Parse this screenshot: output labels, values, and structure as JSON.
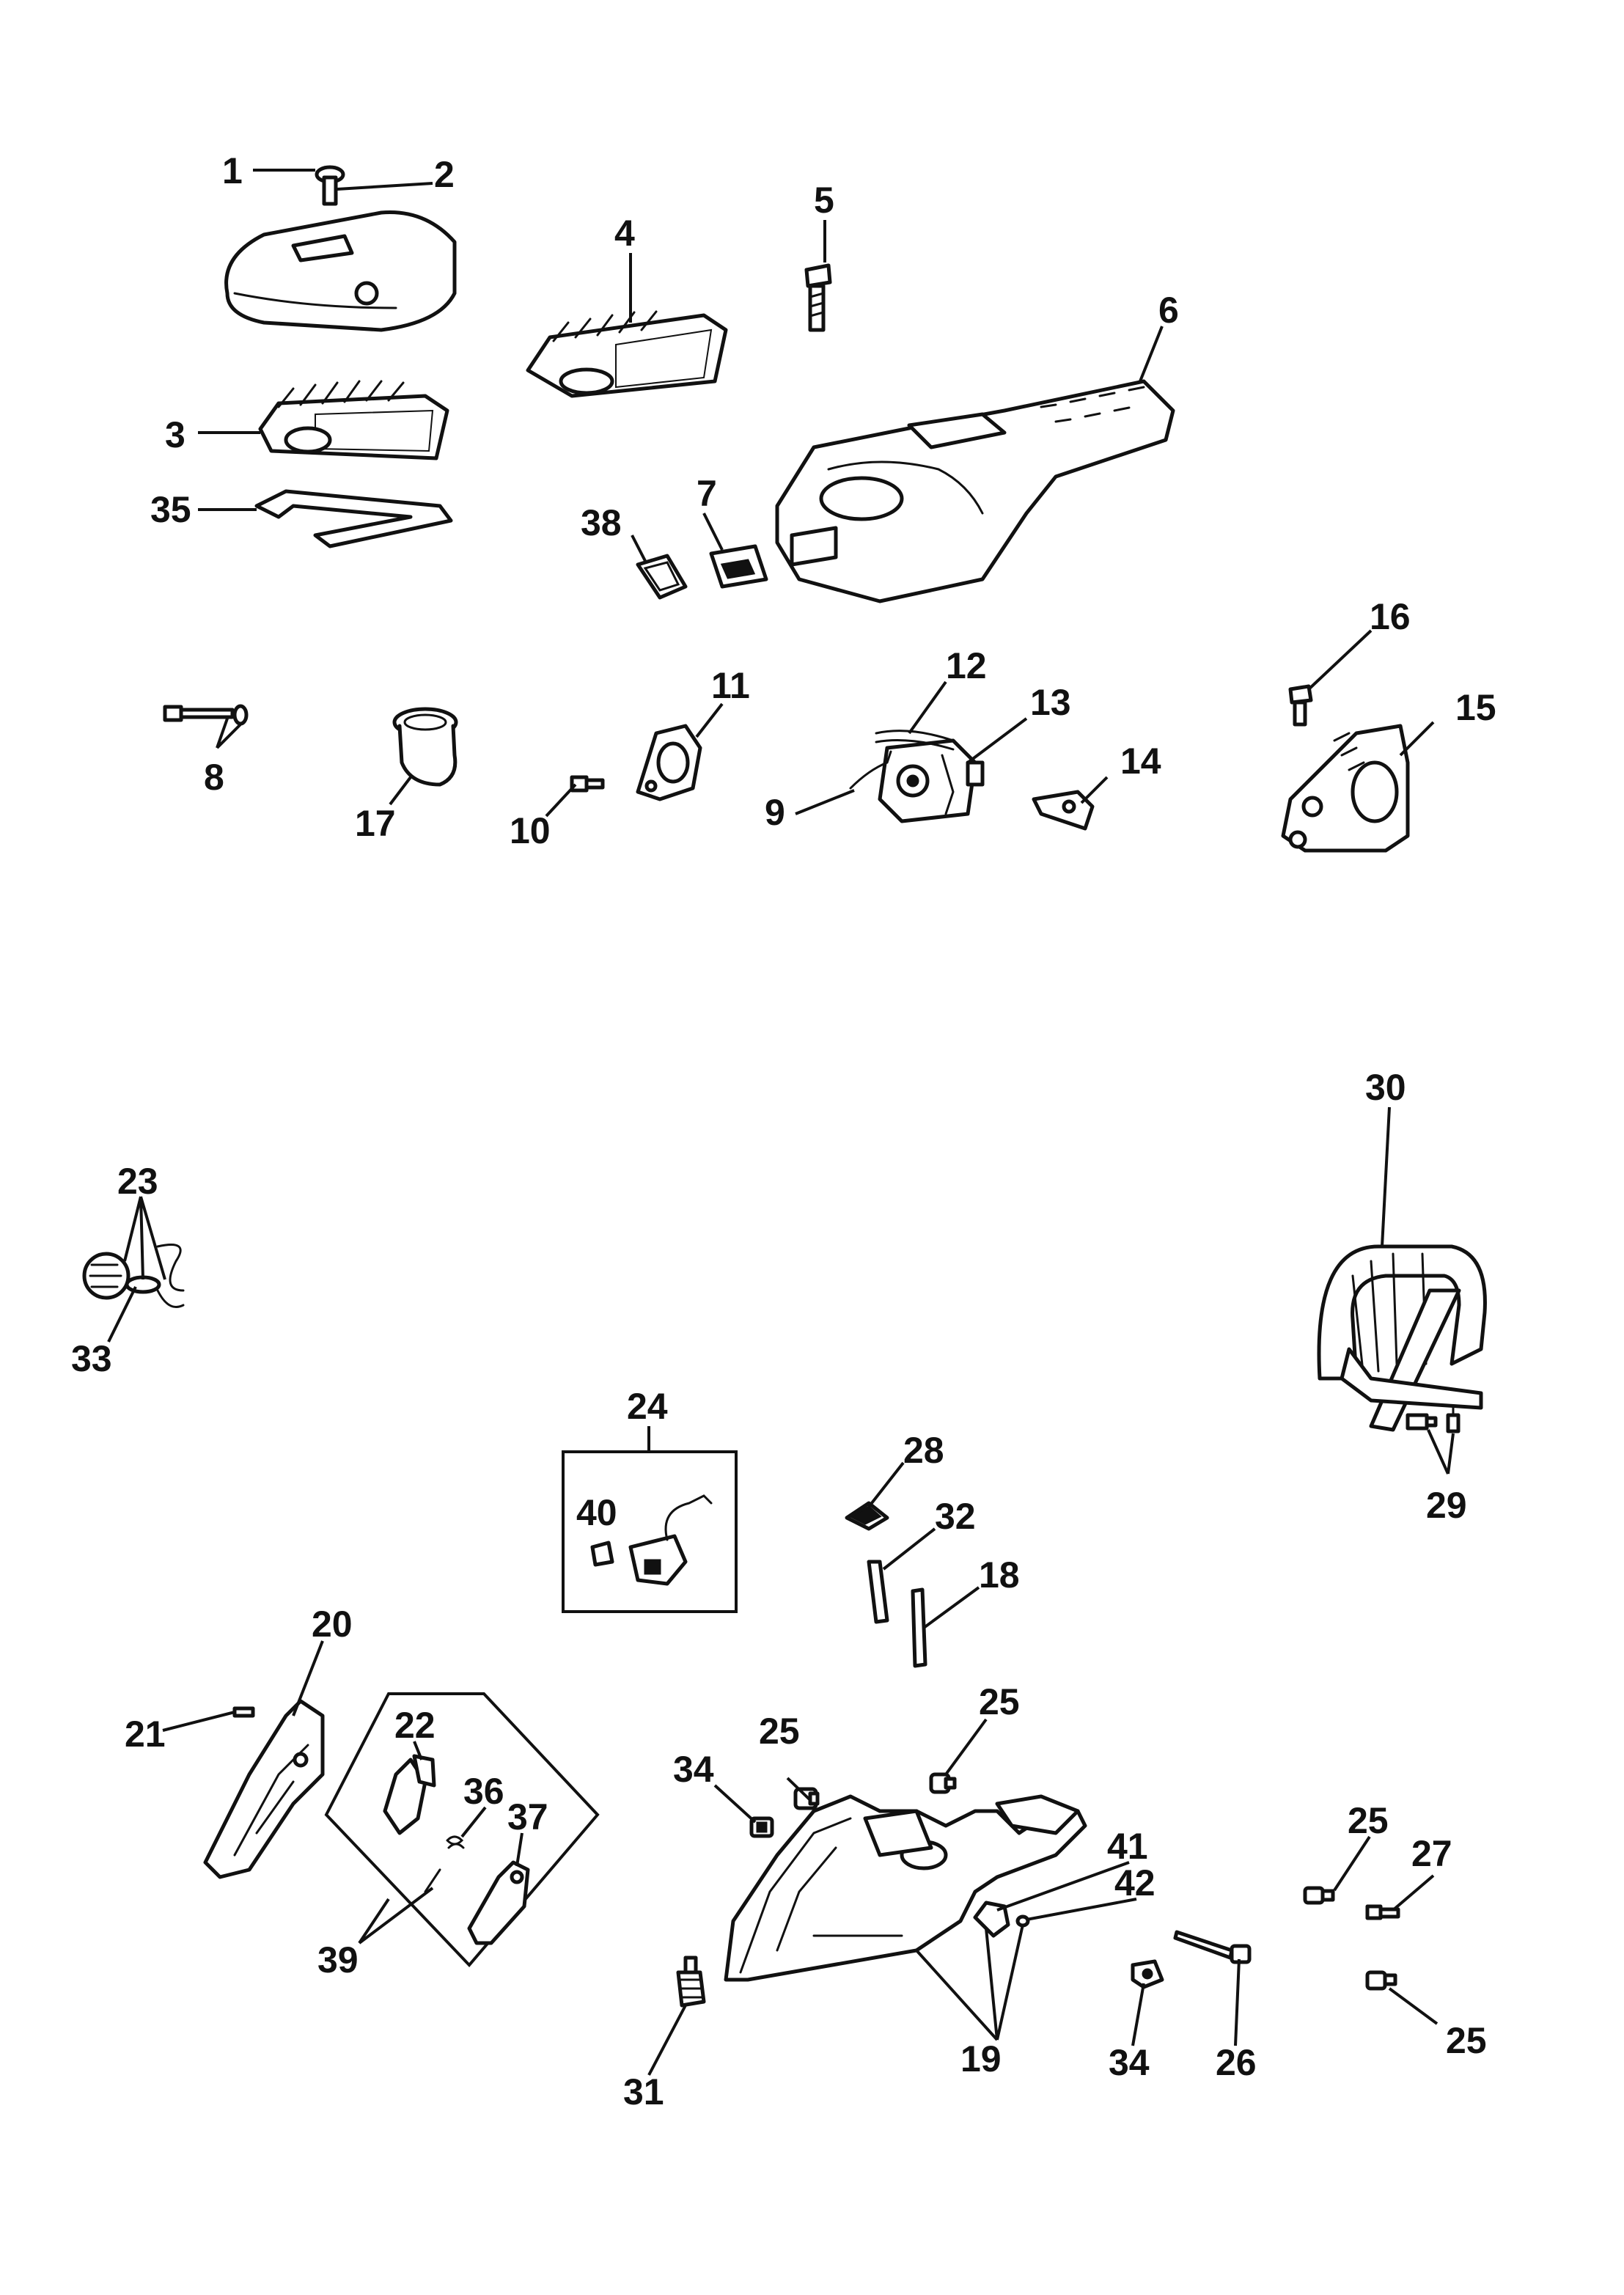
{
  "callouts": {
    "c1": "1",
    "c2": "2",
    "c3": "3",
    "c4": "4",
    "c5": "5",
    "c6": "6",
    "c7": "7",
    "c8": "8",
    "c9": "9",
    "c10": "10",
    "c11": "11",
    "c12": "12",
    "c13": "13",
    "c14": "14",
    "c15": "15",
    "c16": "16",
    "c17": "17",
    "c18": "18",
    "c19": "19",
    "c20": "20",
    "c21": "21",
    "c22": "22",
    "c23": "23",
    "c24": "24",
    "c25a": "25",
    "c25b": "25",
    "c25c": "25",
    "c25d": "25",
    "c26": "26",
    "c27": "27",
    "c28": "28",
    "c29": "29",
    "c30": "30",
    "c31": "31",
    "c32": "32",
    "c33": "33",
    "c34a": "34",
    "c34b": "34",
    "c35": "35",
    "c36": "36",
    "c37": "37",
    "c38": "38",
    "c39": "39",
    "c40": "40",
    "c41": "41",
    "c42": "42"
  }
}
